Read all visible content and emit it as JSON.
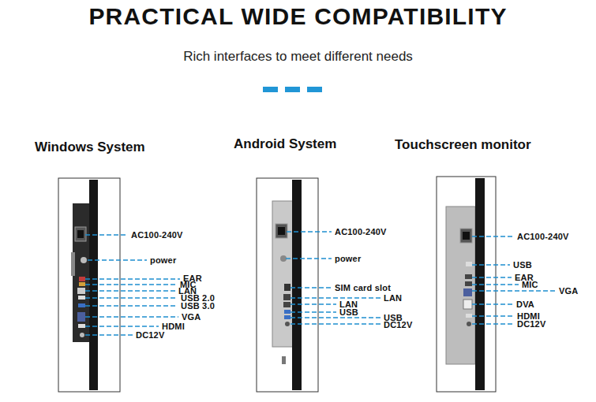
{
  "diagram": {
    "title": "PRACTICAL WIDE COMPATIBILITY",
    "nodes": [
      {
        "text": [
          "Windows System"
        ]
      },
      {
        "text": [
          "Android System"
        ]
      },
      {
        "text": [
          "Touchscreen monitor"
        ]
      }
    ],
    "labels": [
      "Rich interfaces to meet different needs",
      "AC100-240V",
      "power",
      "EAR",
      "MIC",
      "LAN",
      "USB 2.0",
      "USB 3.0",
      "VGA",
      "HDMI",
      "DC12V",
      "AC100-240V",
      "power",
      "SIM card slot",
      "LAN",
      "LAN",
      "USB",
      "USB",
      "DC12V",
      "AC100-240V",
      "USB",
      "EAR",
      "MIC",
      "VGA",
      "DVA",
      "HDMI",
      "DC12V"
    ]
  }
}
